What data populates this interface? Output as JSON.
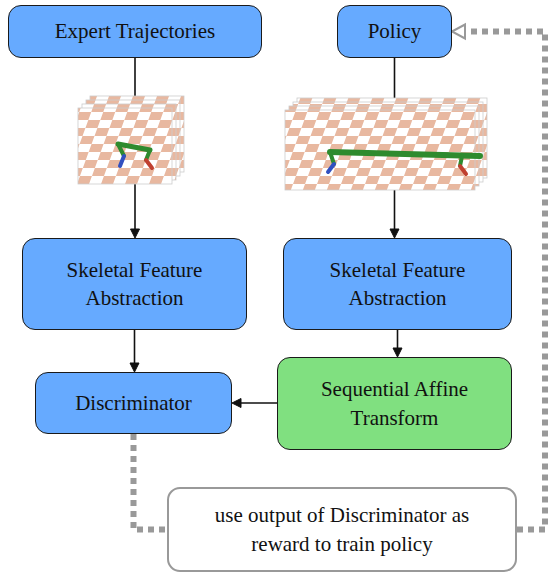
{
  "diagram": {
    "nodes": [
      {
        "text": [
          "Expert Trajectories"
        ]
      },
      {
        "text": [
          "Policy"
        ]
      },
      {
        "text": [
          "Skeletal Feature Abstraction"
        ]
      },
      {
        "text": [
          "Skeletal Feature Abstraction"
        ]
      },
      {
        "text": [
          "Discriminator"
        ]
      },
      {
        "text": [
          "Sequential Affine Transform"
        ]
      },
      {
        "text": [
          "use output of Discriminator as reward to train policy"
        ]
      }
    ],
    "edges": [
      {
        "from": 0,
        "to": 2,
        "arrow": "to"
      },
      {
        "from": 1,
        "to": 3,
        "arrow": "to"
      },
      {
        "from": 2,
        "to": 4,
        "arrow": "to"
      },
      {
        "from": 3,
        "to": 5,
        "arrow": "to"
      },
      {
        "from": 5,
        "to": 4,
        "arrow": "to"
      },
      {
        "from": 4,
        "to": 6,
        "arrow": "none"
      },
      {
        "from": 6,
        "to": 1,
        "arrow": "to"
      }
    ]
  }
}
